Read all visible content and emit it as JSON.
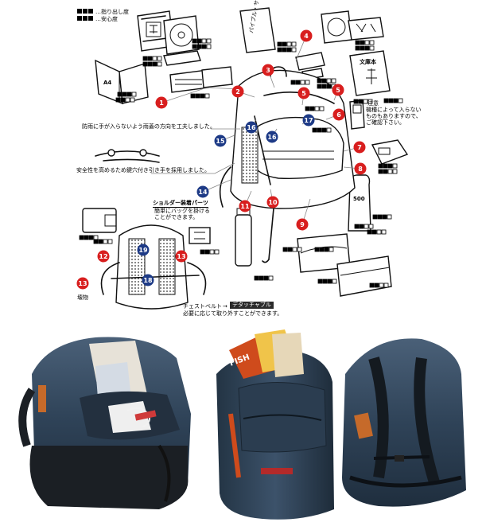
{
  "legend": {
    "line1": "…指り出し度",
    "line2": "…安心度"
  },
  "notes": {
    "rain_cover": "防雨に手が入らないよう雨蓋の方向を工夫しました。",
    "zipper_pulls": "安全性を高めるため鍵穴付き引き手を採用しました。",
    "shoulder_parts_title": "ショルダー装着パーツ",
    "shoulder_parts_body1": "簡単にバッグを掛ける",
    "shoulder_parts_body2": "ことができます。",
    "models_note1": "機種によって入らない",
    "models_note2": "ものもありますので、",
    "models_note3": "ご確認下さい。",
    "models_note_head": "注意",
    "chest_belt": "チェストベルト",
    "chest_belt_arrow": "→",
    "detachable": "デタッチャブル",
    "chest_belt_body": "必要に応じて取り外すことができます。",
    "fragile": "壊物"
  },
  "item_text": {
    "book_spine": "文庫本",
    "notebook_cover": "A4",
    "pass_case": "パイプル・サイズ",
    "bottle_label": "500"
  },
  "badges": {
    "red": [
      "1",
      "2",
      "3",
      "4",
      "5",
      "5",
      "6",
      "7",
      "8",
      "9",
      "10",
      "11",
      "12",
      "13",
      "13"
    ],
    "blue": [
      "14",
      "15",
      "16",
      "16",
      "17",
      "18",
      "19"
    ]
  },
  "colors": {
    "red_badge": "#d81e1e",
    "blue_badge": "#1d3a86",
    "tag_dark": "#2a2a2a",
    "bag_navy": "#2f4358"
  },
  "icons": [
    "backpack-illustration-icon",
    "book-icon",
    "cd-icon",
    "notebook-icon",
    "bottle-icon",
    "phone-icon",
    "pencil-case-icon",
    "lunchbox-icon",
    "wallet-icon",
    "umbrella-icon",
    "buckle-icon"
  ]
}
